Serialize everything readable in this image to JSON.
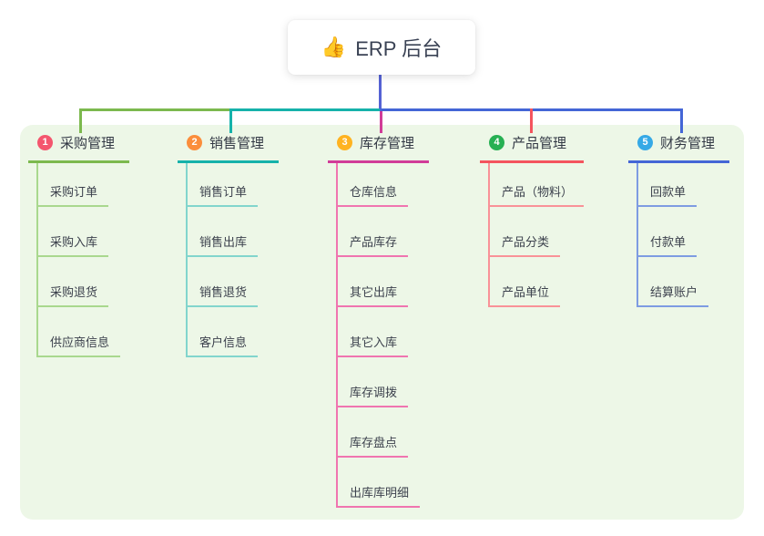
{
  "root": {
    "icon": "thumbs-up",
    "icon_glyph": "👍",
    "label": "ERP 后台"
  },
  "branches": [
    {
      "badge": "1",
      "title": "采购管理",
      "badge_color": "#f4566e",
      "line_color": "#7cb94e",
      "sub_line_color": "#a9d88e",
      "children": [
        "采购订单",
        "采购入库",
        "采购退货",
        "供应商信息"
      ]
    },
    {
      "badge": "2",
      "title": "销售管理",
      "badge_color": "#fb8e3c",
      "line_color": "#16b2aa",
      "sub_line_color": "#82d5cd",
      "children": [
        "销售订单",
        "销售出库",
        "销售退货",
        "客户信息"
      ]
    },
    {
      "badge": "3",
      "title": "库存管理",
      "badge_color": "#ffb321",
      "line_color": "#d13c98",
      "sub_line_color": "#f075b0",
      "children": [
        "仓库信息",
        "产品库存",
        "其它出库",
        "其它入库",
        "库存调拨",
        "库存盘点",
        "出库库明细"
      ]
    },
    {
      "badge": "4",
      "title": "产品管理",
      "badge_color": "#27b053",
      "line_color": "#f4545e",
      "sub_line_color": "#f99298",
      "children": [
        "产品（物料）",
        "产品分类",
        "产品单位"
      ]
    },
    {
      "badge": "5",
      "title": "财务管理",
      "badge_color": "#36a9e6",
      "line_color": "#4466d6",
      "sub_line_color": "#7e9ce2",
      "children": [
        "回款单",
        "付款单",
        "结算账户"
      ]
    }
  ],
  "colors": {
    "canvas_background": "#ffffff",
    "panel_background": "#edf7e7",
    "root_card_background": "#ffffff",
    "root_text": "#3a4254",
    "root_connector": "#5562d4",
    "bus_right_blue": "#4466d6"
  }
}
